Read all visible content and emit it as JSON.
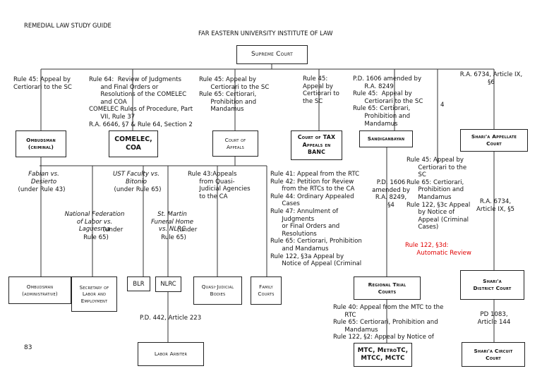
{
  "header": {
    "guide": "REMEDIAL LAW STUDY GUIDE",
    "institute": "FAR EASTERN UNIVERSITY INSTITUTE OF LAW",
    "page_number": "83",
    "side_number": "4"
  },
  "boxes": {
    "supreme_court": "Supreme Court",
    "ombudsman_criminal": "Ombudsman\n(criminal)",
    "comelec_coa": "COMELEC,\nCOA",
    "court_of_appeals": "Court of\nAppeals",
    "cta_banc": "Court of TAX\nAppeals en\nBANC",
    "sandiganbayan": "Sandiganbayan",
    "sharia_appellate": "Shari'a Appellate\nCourt",
    "ombudsman_admin": "Ombudsman\n(administrative)",
    "secretary_labor": "Secretary of\nLabor and\nEmployment",
    "blr": "BLR",
    "nlrc": "NLRC",
    "quasi_judicial": "Quasi-Judicial\nBodies",
    "family_courts": "Family\nCourts",
    "rtc": "Regional Trial\nCourts",
    "sharia_district": "Shari'a\nDistrict Court",
    "labor_arbiter": "Labor Arbiter",
    "mtc": "MTC, MetroTC,\nMTCC, MCTC",
    "sharia_circuit": "Shari'a Circuit\nCourt"
  },
  "labels": {
    "r45_ombudsman": "Rule 45: Appeal by\nCertiorari to the SC",
    "r64_comelec": "Rule 64:  Review of Judgments\n      and Final Orders or\n      Resolutions of the COMELEC\n      and COA\nCOMELEC Rules of Procedure, Part\n      VII, Rule 37\nR.A. 6646, §7 & Rule 64, Section 2",
    "r45_65_ca": "Rule 45: Appeal by\n      Certiorari to the SC\nRule 65: Certiorari,\n      Prohibition and\n      Mandamus",
    "r45_cta": "Rule 45:\nAppeal by\nCertiorari to\nthe SC",
    "pd1606_sandigan": "P.D. 1606 amended by\n      R.A. 8249\nRule 45:  Appeal by\n      Certiorari to the SC\nRule 65: Certiorari,\n      Prohibition and\n      Mandamus",
    "ra6734_top": "R.A. 6734, Article IX,\n§6",
    "fabian": "Fabian vs.\nDesierto",
    "fabian_rule": "(under Rule 43)",
    "ust": "UST Faculty vs.\nBitonio",
    "ust_rule": "(under Rule 65)",
    "nfl": "National Federation\nof Labor vs.\nLaguesma",
    "nfl_rule1": " (under",
    "nfl_rule2": "Rule 65)",
    "stmartin": "St. Martin\nFuneral Home\nvs. NLRC",
    "stmartin_rule1": " (under",
    "stmartin_rule2": "Rule 65)",
    "r43_quasi": "Rule 43:Appeals\n      from Quasi-\n      Judicial Agencies\n      to the CA",
    "rtc_rules": "Rule 41: Appeal from the RTC\nRule 42: Petition for Review\n      from the RTCs to the CA\nRule 44: Ordinary Appealed\n      Cases\nRule 47: Annulment of\n      Judgments\n      or Final Orders and\n      Resolutions\nRule 65: Certiorari, Prohibition\n      and Mandamus\nRule 122, §3a Appeal by\n      Notice of Appeal (Criminal",
    "pd1606_rtc": "P.D. 1606\namended by\nR.A. 8249,\n§4",
    "sandigan_rtc_rules": "Rule 45: Appeal by\n      Certiorari to the\n      SC\nRule 65: Certiorari,\n      Prohibition and\n      Mandamus\nRule 122, §3c Appeal\n      by Notice of\n      Appeal (Criminal\n      Cases)",
    "sandigan_red": "Rule 122, §3d:\n      Automatic Review",
    "ra6734_mid": "R.A. 6734,\nArticle IX, §5",
    "pd442": "P.D. 442, Article 223",
    "mtc_rules": "Rule 40: Appeal from the MTC to the\n      RTC\nRule 65: Certiorari, Prohibition and\n      Mandamus\nRule 122, §2: Appeal by Notice of",
    "pd1083": "PD 1083,\nArticle 144"
  }
}
